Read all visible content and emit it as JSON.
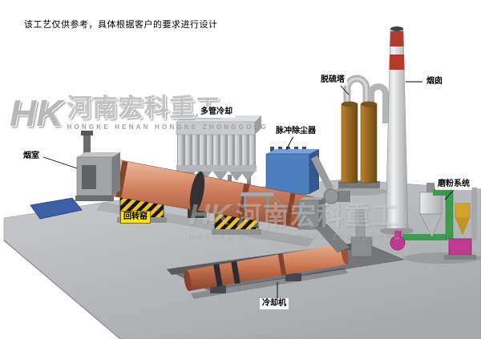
{
  "page": {
    "disclaimer": "该工艺仅供参考，具体根据客户的要求进行设计"
  },
  "watermark": {
    "initials": "HK",
    "company_cn": "河南宏科重工",
    "company_en": "HONGKE HENAN HONGKE ZHONGGONG"
  },
  "labels": {
    "smoke_chamber": "烟室",
    "rotary_kiln": "回转窑",
    "multi_tube_cooler": "多管冷却",
    "pulse_dust_collector": "脉冲除尘器",
    "desulfurization_tower": "脱硫塔",
    "chimney": "烟囱",
    "grinding_system": "磨粉系统",
    "cooling_machine": "冷却机"
  },
  "colors": {
    "kiln_shell": "#d2815f",
    "cooling_machine": "#c97450",
    "dust_collector": "#4c7ec0",
    "chimney_band": "#b43a2c",
    "hazard_yellow": "#f2c51d",
    "label_highlight": "#f7df25",
    "tower_shell": "#9a6a22",
    "grinding_magenta": "#c03a8f",
    "grinding_green": "#3f9b4f"
  }
}
